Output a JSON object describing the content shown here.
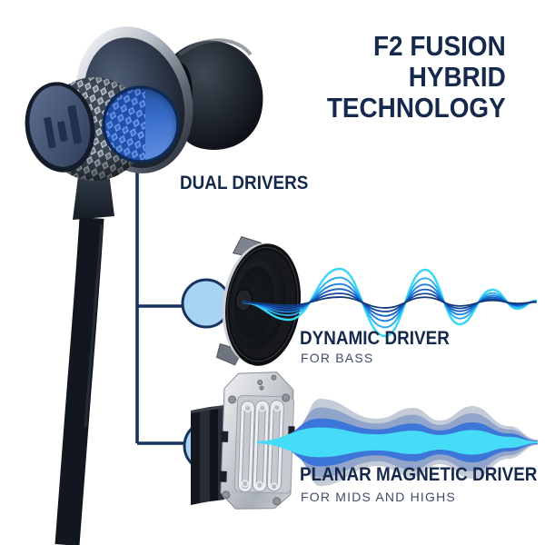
{
  "title": {
    "lines": [
      "F2 FUSION",
      "HYBRID",
      "TECHNOLOGY"
    ]
  },
  "callouts": {
    "dual_drivers": {
      "label": "DUAL DRIVERS"
    },
    "dynamic_driver": {
      "label": "DYNAMIC DRIVER",
      "sublabel": "FOR BASS"
    },
    "planar_magnetic_driver": {
      "label": "PLANAR MAGNETIC DRIVER",
      "sublabel": "FOR MIDS AND HIGHS"
    }
  },
  "colors": {
    "heading_navy": "#14294b",
    "subheading_slate": "#3e4e69",
    "callout_line": "#17325d",
    "highlight_blue": "#3a70cf",
    "light_blue_circle": "#a8d3f3",
    "wave_cyan": "#38d7f5",
    "wave_blue": "#1d83e0",
    "wave_gray": "#c6cbd8",
    "background": "#ffffff"
  },
  "icons": {
    "earphone": "earphone-product-photo",
    "brand_logo": "h-bars-logo",
    "highlight": "driver-highlight-circle",
    "dynamic_driver": "speaker-driver-photo",
    "planar_driver": "planar-magnetic-plate-photo",
    "dynamic_wave": "sine-sound-wave-icon",
    "planar_wave": "layered-sound-wave-icon"
  }
}
